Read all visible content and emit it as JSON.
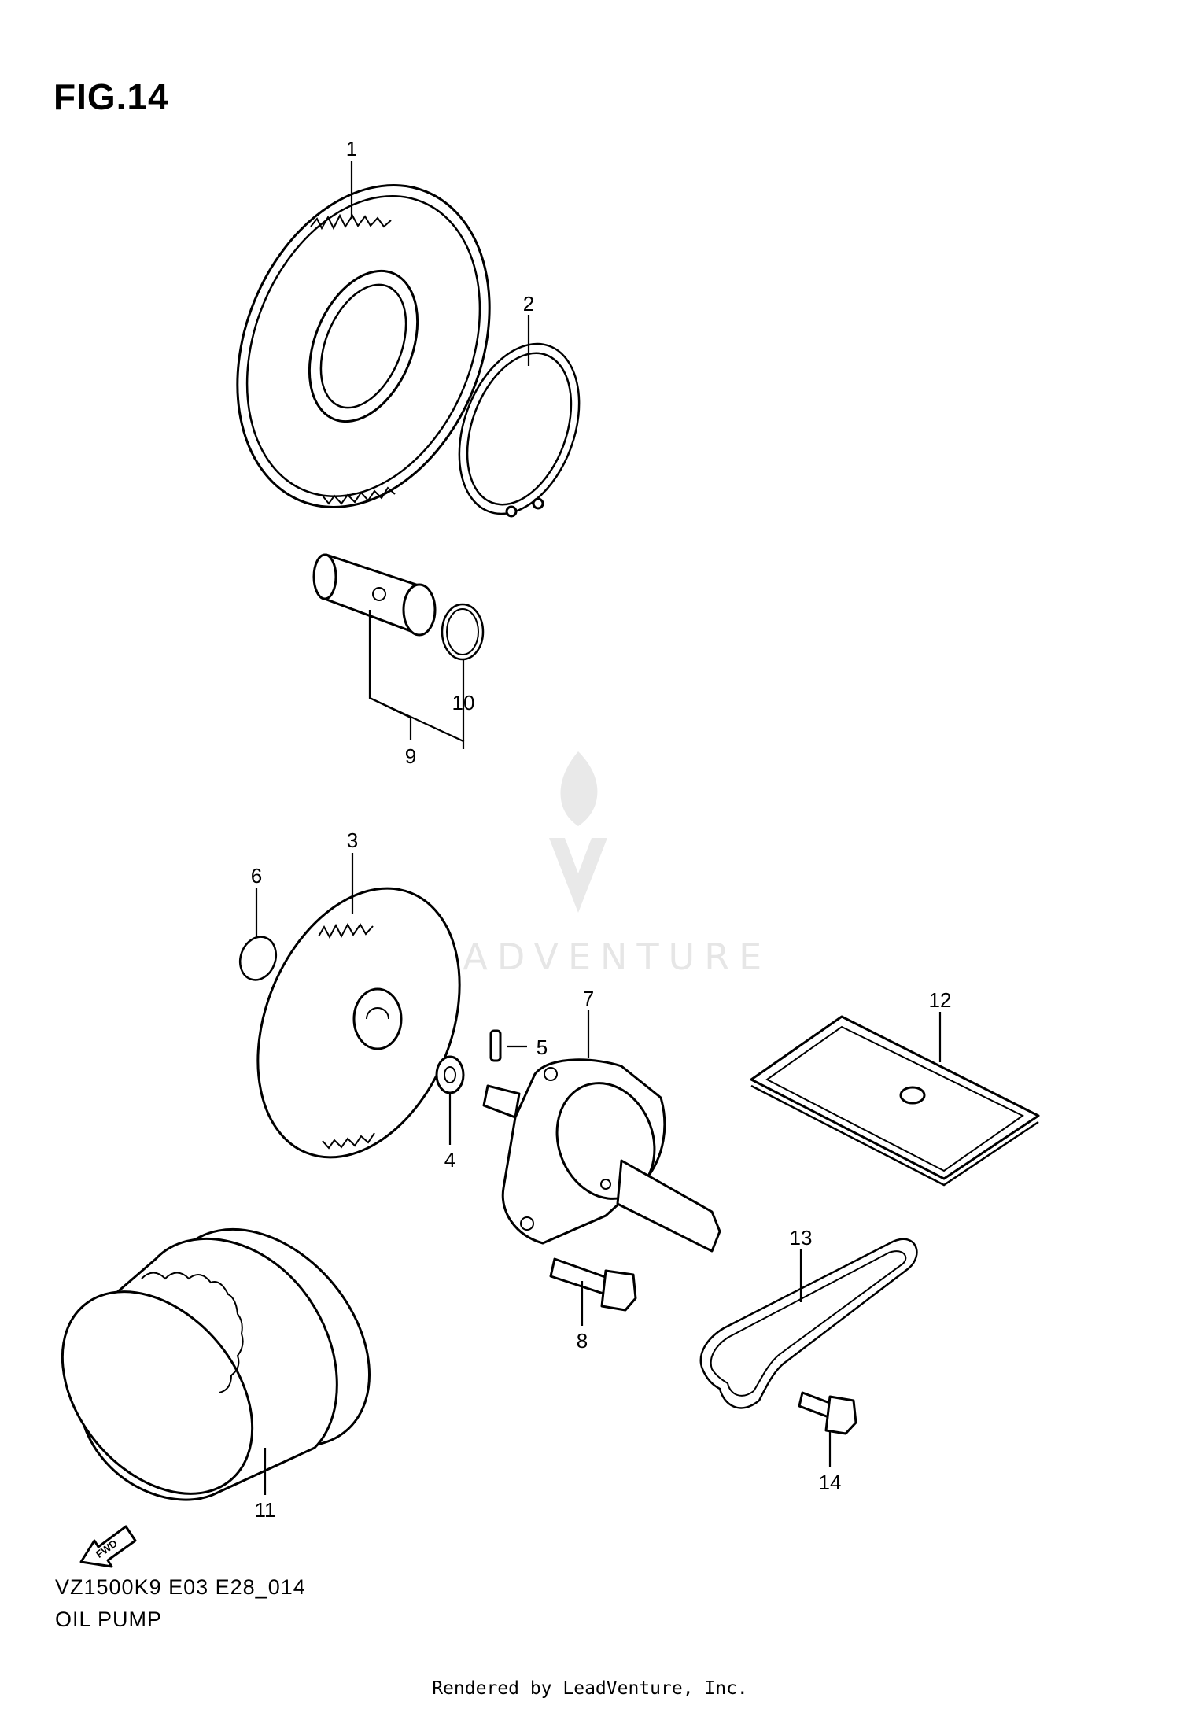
{
  "figure": {
    "title": "FIG.14",
    "model_code": "VZ1500K9 E03 E28_014",
    "section_name": "OIL PUMP"
  },
  "watermark": {
    "brand": "LEADVENTURE"
  },
  "fwd_label": "FWD",
  "footer": {
    "rendered_by": "Rendered by LeadVenture, Inc."
  },
  "callouts": [
    "1",
    "2",
    "3",
    "4",
    "5",
    "6",
    "7",
    "8",
    "9",
    "10",
    "11",
    "12",
    "13",
    "14"
  ]
}
